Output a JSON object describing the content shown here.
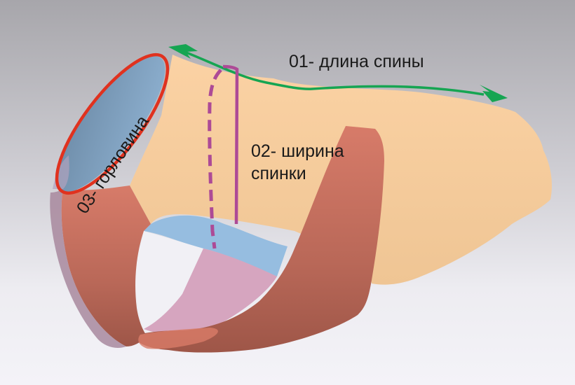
{
  "diagram": {
    "subject": "dog garment (harness/vest) measurement diagram",
    "labels": {
      "back_length": "01- длина спины",
      "back_width_line1": "02- ширина",
      "back_width_line2": "спинки",
      "neckline": "03- горловина"
    },
    "colors": {
      "background_top": "#a9a8ad",
      "background_bottom": "#f3f2f7",
      "body_fabric": "#f8cc9c",
      "strap": "#c9705f",
      "strap_inner": "#d6a4bd",
      "lining_blue": "#95bde0",
      "neck_inner": "#7ea1c0",
      "neckline_outline": "#e0321f",
      "back_length_arrow": "#16a552",
      "back_width_line": "#b04c98"
    },
    "measurements": [
      {
        "id": "01",
        "name": "длина спины",
        "marker": "green double-headed arrow along top of back"
      },
      {
        "id": "02",
        "name": "ширина спинки",
        "marker": "purple solid and dashed lines across back"
      },
      {
        "id": "03",
        "name": "горловина",
        "marker": "red ellipse around neck opening"
      }
    ]
  }
}
